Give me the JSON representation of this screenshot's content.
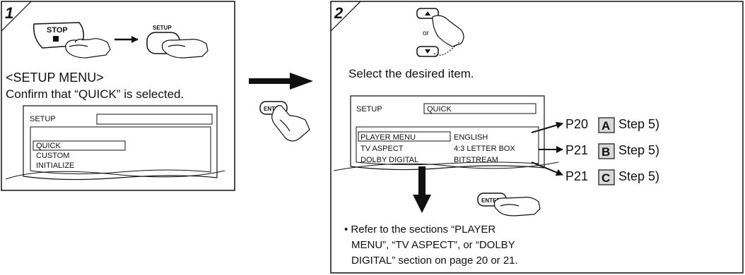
{
  "step1": {
    "number": "1",
    "stop_label": "STOP",
    "setup_label": "SETUP",
    "menu_title": "<SETUP MENU>",
    "instruction": "Confirm that “QUICK” is selected.",
    "screen": {
      "header": "SETUP",
      "items": [
        "QUICK",
        "CUSTOM",
        "INITIALIZE"
      ]
    }
  },
  "transition": {
    "enter_label": "ENTER"
  },
  "step2": {
    "number": "2",
    "or_label": "or",
    "instruction": "Select the desired item.",
    "screen": {
      "header": "SETUP",
      "header_value": "QUICK",
      "rows": [
        {
          "item": "PLAYER MENU",
          "value": "ENGLISH"
        },
        {
          "item": "TV ASPECT",
          "value": "4:3 LETTER BOX"
        },
        {
          "item": "DOLBY DIGITAL",
          "value": "BITSTREAM"
        }
      ]
    },
    "refs": [
      {
        "page": "P20",
        "letter": "A",
        "step": "Step 5)"
      },
      {
        "page": "P21",
        "letter": "B",
        "step": "Step 5)"
      },
      {
        "page": "P21",
        "letter": "C",
        "step": "Step 5)"
      }
    ],
    "enter_label": "ENTER",
    "note_lines": [
      "• Refer to the sections “PLAYER",
      "MENU”, “TV ASPECT”, or “DOLBY",
      "DIGITAL” section on page 20 or 21."
    ]
  }
}
